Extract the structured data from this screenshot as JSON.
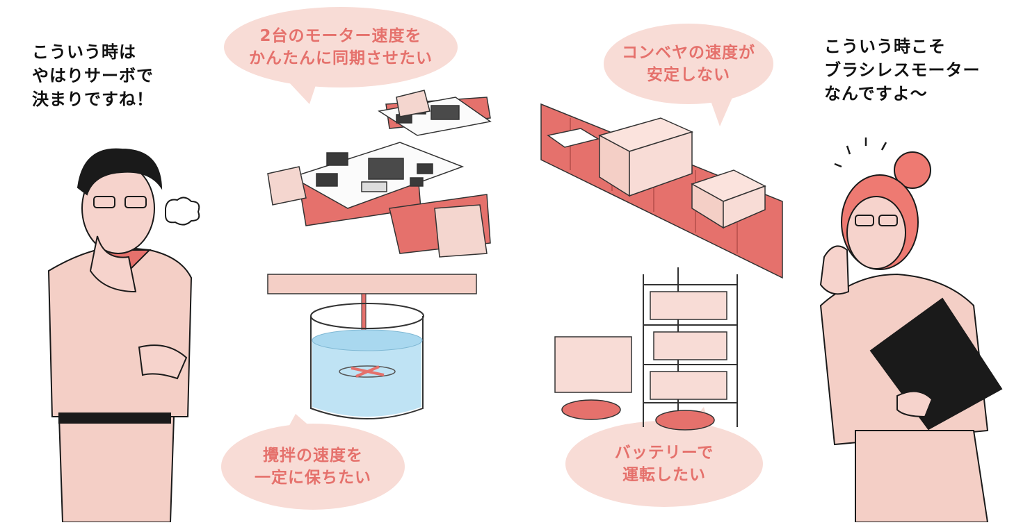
{
  "man_speech": [
    "こういう時は",
    "やはりサーボで",
    "決まりですね！"
  ],
  "woman_speech": [
    "こういう時こそ",
    "ブラシレスモーター",
    "なんですよ〜"
  ],
  "bubbles": {
    "sync": [
      "2台のモーター速度を",
      "かんたんに同期させたい"
    ],
    "conveyor": [
      "コンベヤの速度が",
      "安定しない"
    ],
    "mixer": [
      "攪拌の速度を",
      "一定に保ちたい"
    ],
    "battery": [
      "バッテリーで",
      "運転したい"
    ]
  },
  "colors": {
    "accent": "#e5716c",
    "bubble_fill": "#f8dcd6",
    "skin": "#f6d3cc",
    "uniform": "#f4cfc6",
    "ink": "#1a1a1a",
    "water": "#bfe3f4"
  }
}
